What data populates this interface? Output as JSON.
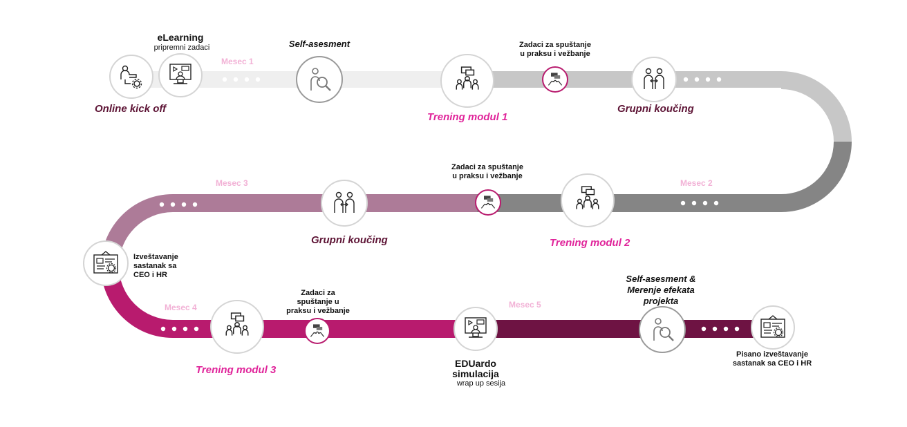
{
  "colors": {
    "track_light": "#efefef",
    "track_mid": "#c7c7c7",
    "track_dark": "#858585",
    "track_mauve": "#ad7b98",
    "track_magenta": "#b81b6e",
    "track_wine": "#6e1343",
    "label_pink": "#e0249a",
    "label_dark": "#5e1536",
    "mesec": "#f2b2d6"
  },
  "stages": {
    "online_kickoff": "Online kick off",
    "elearning_title": "eLearning",
    "elearning_sub": "pripremni zadaci",
    "self_assessment": "Self-asesment",
    "trening_1": "Trening modul 1",
    "zadaci_1_line1": "Zadaci za spuštanje",
    "zadaci_1_line2": "u praksu i vežbanje",
    "grupni_1": "Grupni koučing",
    "zadaci_2_line1": "Zadaci za spuštanje",
    "zadaci_2_line2": "u praksu i vežbanje",
    "trening_2": "Trening modul 2",
    "grupni_2": "Grupni koučing",
    "izvestavanje_line1": "Izveštavanje",
    "izvestavanje_line2": "sastanak sa",
    "izvestavanje_line3": "CEO i HR",
    "trening_3": "Trening modul 3",
    "zadaci_3_line1": "Zadaci za",
    "zadaci_3_line2": "spuštanje u",
    "zadaci_3_line3": "praksu i vežbanje",
    "eduardo_line1": "EDUardo",
    "eduardo_line2": "simulacija",
    "eduardo_sub": "wrap up sesija",
    "self_final_line1": "Self-asesment &",
    "self_final_line2": "Merenje efekata",
    "self_final_line3": "projekta",
    "pisano_line1": "Pisano izveštavanje",
    "pisano_line2": "sastanak sa CEO i HR"
  },
  "months": {
    "m1": "Mesec 1",
    "m2": "Mesec 2",
    "m3": "Mesec 3",
    "m4": "Mesec 4",
    "m5": "Mesec 5"
  },
  "icons": {
    "kickoff": "presenter-gear-icon",
    "elearning": "video-monitor-icon",
    "self_assessment": "person-magnifier-icon",
    "trening": "group-chat-icon",
    "zadaci": "hands-chat-icon",
    "grupni": "two-people-exchange-icon",
    "izvestavanje": "report-dashboard-icon",
    "eduardo": "video-monitor-icon"
  }
}
